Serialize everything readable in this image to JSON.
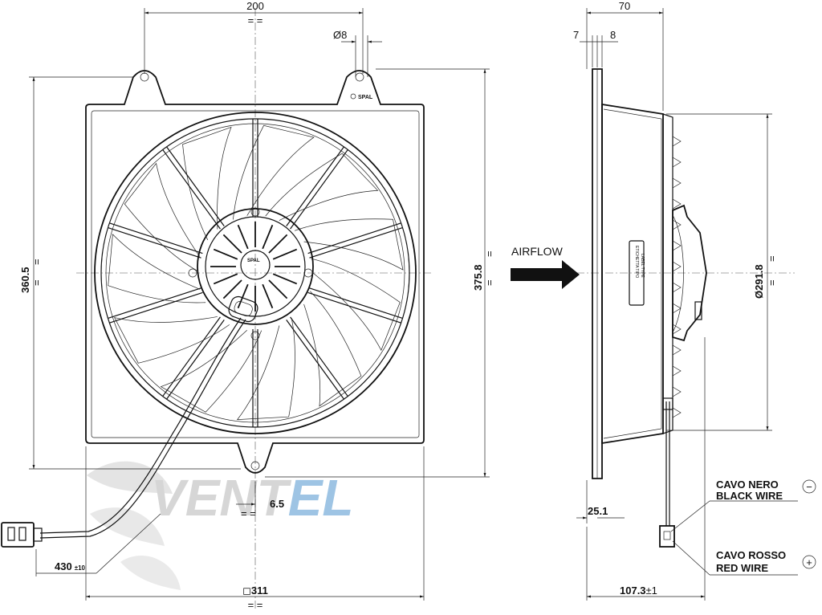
{
  "front_view": {
    "width": "200",
    "hole": "Ø8",
    "height_outer": "360.5",
    "height_frame": "375.8",
    "offset": "6.5",
    "square": "311",
    "square_symbol": "◻",
    "cable_length": "430",
    "cable_tolerance": "±10",
    "logo_text": "SPAL"
  },
  "side_view": {
    "depth": "70",
    "flange_a": "7",
    "flange_b": "8",
    "airflow_label": "AIRFLOW",
    "diameter": "Ø291.8",
    "flange_depth": "25.1",
    "total_depth": "107.3",
    "total_tolerance": "±1",
    "sticker_line1": "ETICHETTA TIPO",
    "sticker_line2": "LABEL TYPE"
  },
  "wires": {
    "black_it": "CAVO NERO",
    "black_en": "BLACK WIRE",
    "black_polarity": "−",
    "red_it": "CAVO ROSSO",
    "red_en": "RED WIRE",
    "red_polarity": "+"
  },
  "watermark": {
    "prefix": "VENT",
    "suffix": "EL"
  },
  "colors": {
    "line": "#111111",
    "watermark_grey": "#d6d6d6",
    "watermark_blue": "#9ec4e4"
  }
}
